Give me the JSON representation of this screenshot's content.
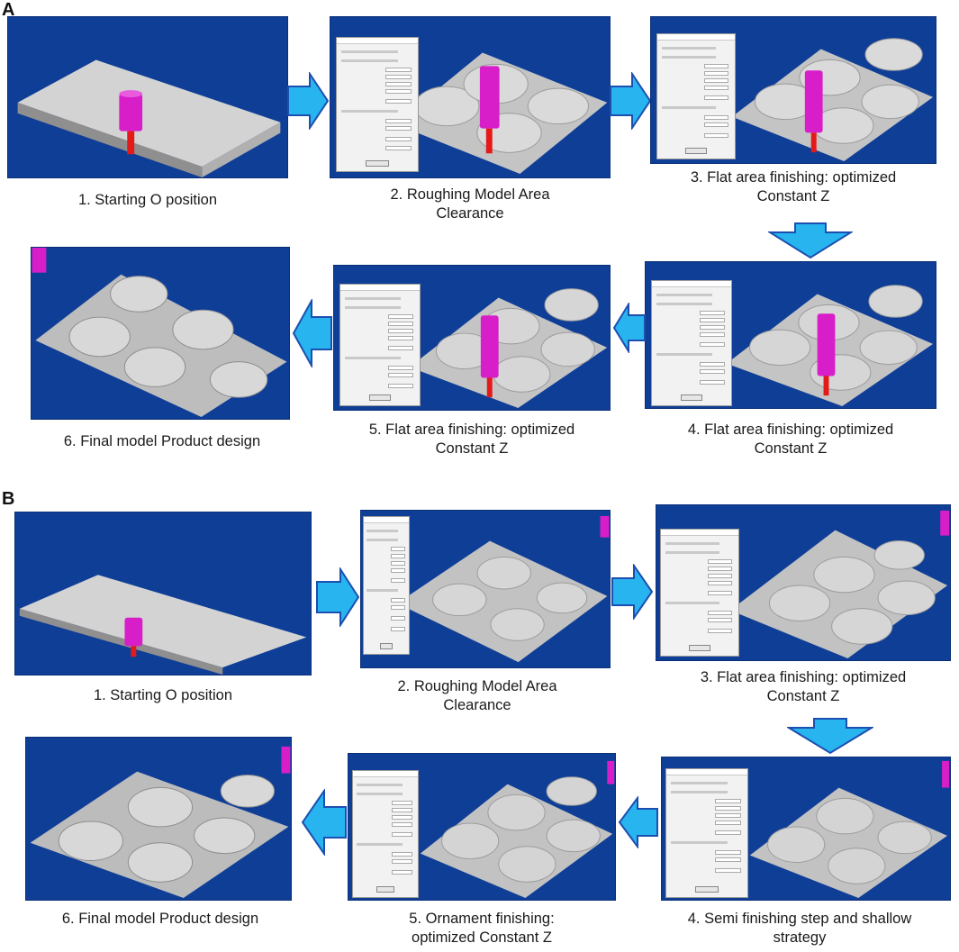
{
  "panels": [
    {
      "letter": "A",
      "steps": [
        {
          "label": "1. Starting O position"
        },
        {
          "label": "2. Roughing Model Area\nClearance"
        },
        {
          "label": "3. Flat area finishing: optimized\nConstant  Z"
        },
        {
          "label": "4. Flat area finishing: optimized\nConstant  Z"
        },
        {
          "label": "5. Flat area finishing: optimized\nConstant  Z"
        },
        {
          "label": "6. Final model Product design"
        }
      ]
    },
    {
      "letter": "B",
      "steps": [
        {
          "label": "1. Starting O position"
        },
        {
          "label": "2. Roughing Model Area\nClearance"
        },
        {
          "label": "3. Flat area finishing: optimized\nConstant  Z"
        },
        {
          "label": "4. Semi finishing step and shallow\nstrategy"
        },
        {
          "label": "5. Ornament finishing:\noptimized Constant  Z"
        },
        {
          "label": "6. Final model Product design"
        }
      ]
    }
  ],
  "colors": {
    "viewport_bg": "#0f3e97",
    "arrow_fill": "#27b4ef",
    "arrow_edge": "#1d4fb0",
    "tool_holder": "#d81ec9",
    "tool_bit": "#e41a1a",
    "stock": "#c9c9c9"
  }
}
